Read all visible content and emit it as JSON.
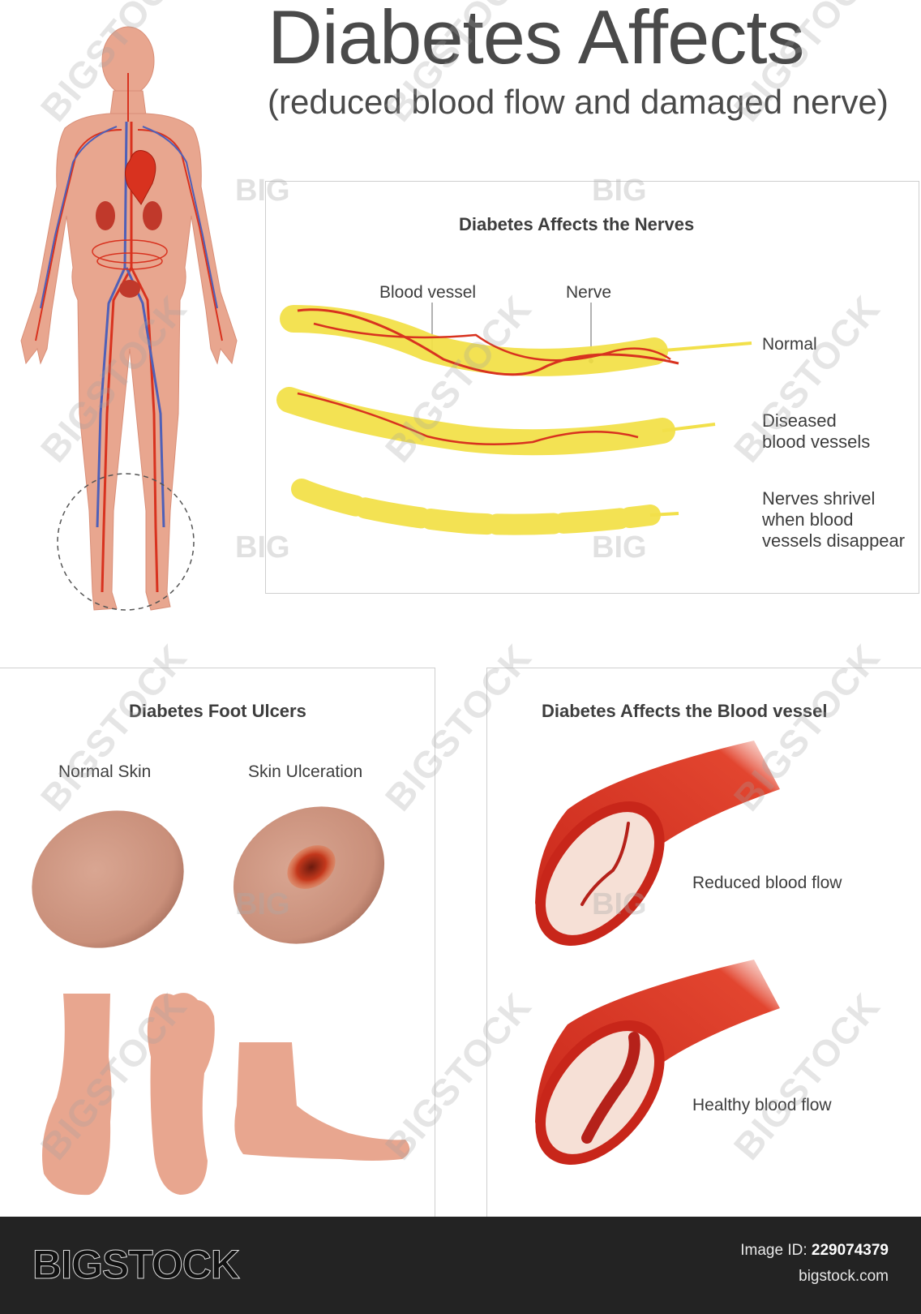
{
  "header": {
    "title": "Diabetes Affects",
    "subtitle": "(reduced blood flow and damaged nerve)"
  },
  "nerves_panel": {
    "title": "Diabetes Affects the Nerves",
    "label_blood_vessel": "Blood vessel",
    "label_nerve": "Nerve",
    "label_normal": "Normal",
    "label_diseased": "Diseased\nblood vessels",
    "label_shrivel": "Nerves shrivel\nwhen blood\nvessels disappear"
  },
  "ulcers_panel": {
    "title": "Diabetes Foot Ulcers",
    "label_normal_skin": "Normal Skin",
    "label_skin_ulceration": "Skin Ulceration"
  },
  "vessel_panel": {
    "title": "Diabetes Affects the Blood vessel",
    "label_reduced": "Reduced blood flow",
    "label_healthy": "Healthy blood flow"
  },
  "footer": {
    "brand": "BIGSTOCK",
    "image_id_label": "Image ID:",
    "image_id": "229074379",
    "site": "bigstock.com"
  },
  "watermark": {
    "text": "BIGSTOCK",
    "short": "BIG"
  },
  "colors": {
    "skin": "#e8a68f",
    "artery": "#d8321f",
    "vein": "#4f60b8",
    "nerve": "#f2e04a",
    "vessel_wall": "#c8261a",
    "footer_bg": "#232323"
  }
}
